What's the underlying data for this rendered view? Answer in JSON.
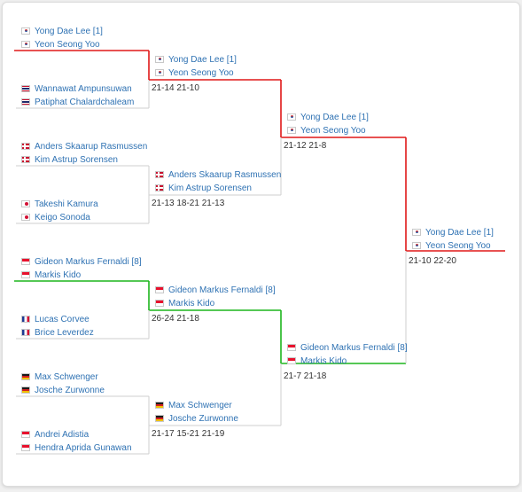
{
  "colors": {
    "winner_red": "#e01818",
    "winner_green": "#1db51d",
    "connector_gray": "#cfcfcf",
    "player_link": "#2f72b3",
    "score_text": "#333333"
  },
  "round1": [
    {
      "top": {
        "flag": "kr",
        "name": "Yong Dae Lee [1]"
      },
      "bottom": {
        "flag": "kr",
        "name": "Yeon Seong Yoo"
      }
    },
    {
      "top": {
        "flag": "th",
        "name": "Wannawat Ampunsuwan"
      },
      "bottom": {
        "flag": "th",
        "name": "Patiphat Chalardchaleam"
      }
    },
    {
      "top": {
        "flag": "dk",
        "name": "Anders Skaarup Rasmussen"
      },
      "bottom": {
        "flag": "dk",
        "name": "Kim Astrup Sorensen"
      }
    },
    {
      "top": {
        "flag": "jp",
        "name": "Takeshi Kamura"
      },
      "bottom": {
        "flag": "jp",
        "name": "Keigo Sonoda"
      }
    },
    {
      "top": {
        "flag": "id",
        "name": "Gideon Markus Fernaldi [8]"
      },
      "bottom": {
        "flag": "id",
        "name": "Markis Kido"
      }
    },
    {
      "top": {
        "flag": "fr",
        "name": "Lucas Corvee"
      },
      "bottom": {
        "flag": "fr",
        "name": "Brice Leverdez"
      }
    },
    {
      "top": {
        "flag": "de",
        "name": "Max Schwenger"
      },
      "bottom": {
        "flag": "de",
        "name": "Josche Zurwonne"
      }
    },
    {
      "top": {
        "flag": "id",
        "name": "Andrei Adistia"
      },
      "bottom": {
        "flag": "id",
        "name": "Hendra Aprida Gunawan"
      }
    }
  ],
  "round2": [
    {
      "top": {
        "flag": "kr",
        "name": "Yong Dae Lee [1]"
      },
      "bottom": {
        "flag": "kr",
        "name": "Yeon Seong Yoo"
      },
      "score": "21-14  21-10"
    },
    {
      "top": {
        "flag": "dk",
        "name": "Anders Skaarup Rasmussen"
      },
      "bottom": {
        "flag": "dk",
        "name": "Kim Astrup Sorensen"
      },
      "score": "21-13  18-21  21-13"
    },
    {
      "top": {
        "flag": "id",
        "name": "Gideon Markus Fernaldi [8]"
      },
      "bottom": {
        "flag": "id",
        "name": "Markis Kido"
      },
      "score": "26-24  21-18"
    },
    {
      "top": {
        "flag": "de",
        "name": "Max Schwenger"
      },
      "bottom": {
        "flag": "de",
        "name": "Josche Zurwonne"
      },
      "score": "21-17  15-21  21-19"
    }
  ],
  "round3": [
    {
      "top": {
        "flag": "kr",
        "name": "Yong Dae Lee [1]"
      },
      "bottom": {
        "flag": "kr",
        "name": "Yeon Seong Yoo"
      },
      "score": "21-12  21-8"
    },
    {
      "top": {
        "flag": "id",
        "name": "Gideon Markus Fernaldi [8]"
      },
      "bottom": {
        "flag": "id",
        "name": "Markis Kido"
      },
      "score": "21-7  21-18"
    }
  ],
  "final": [
    {
      "top": {
        "flag": "kr",
        "name": "Yong Dae Lee [1]"
      },
      "bottom": {
        "flag": "kr",
        "name": "Yeon Seong Yoo"
      },
      "score": "21-10  22-20"
    }
  ]
}
